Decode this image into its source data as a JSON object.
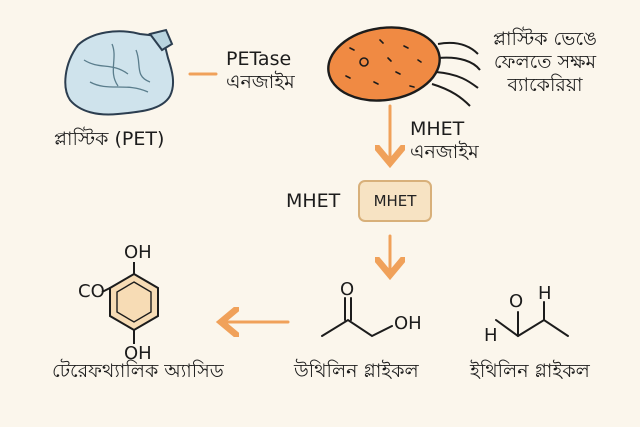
{
  "nodes": {
    "plastic": {
      "label": "প্লাস্টিক (PET)"
    },
    "bacteria": {
      "label_lines": [
        "প্লাস্টিক ভেঙে",
        "ফেলতে সক্ষম",
        "ব্যাকেরিয়া"
      ]
    },
    "mhet_side": {
      "label": "MHET"
    },
    "mhet_box": {
      "label": "MHET"
    },
    "terephthalic": {
      "label": "টেরেফথ্যালিক অ্যাসিড",
      "groups": [
        "OH",
        "CO",
        "OH"
      ]
    },
    "glycol_left": {
      "label": "উথিলিন গ্লাইকল",
      "groups": [
        "O",
        "OH"
      ]
    },
    "glycol_right": {
      "label": "ইথিলিন গ্লাইকল",
      "groups": [
        "O",
        "H",
        "H"
      ]
    }
  },
  "edges": {
    "petase": {
      "label_lines": [
        "PETase",
        "এনজাইম"
      ]
    },
    "mhet_enzyme": {
      "label_lines": [
        "MHET",
        "এনজাইম"
      ]
    }
  },
  "colors": {
    "background": "#fbf6ec",
    "arrow": "#f0a15a",
    "bacterium_fill": "#f08a43",
    "bottle_fill": "#cfe3ec",
    "box_fill": "#f7e3c3",
    "ring_fill": "#f7dcb5"
  },
  "icons": [
    "plastic-bottle-icon",
    "bacterium-icon"
  ]
}
